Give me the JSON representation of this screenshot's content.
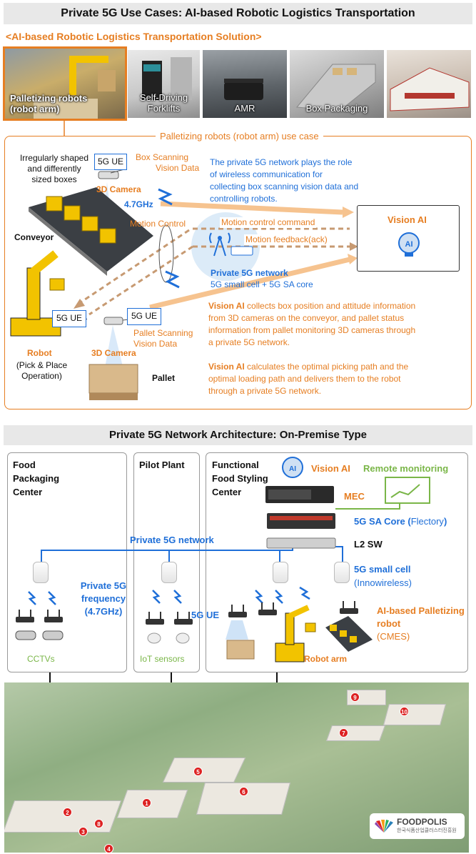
{
  "header": {
    "title": "Private 5G Use Cases: AI-based Robotic Logistics Transportation"
  },
  "solution": {
    "subtitle": "<AI-based Robotic Logistics Transportation Solution>"
  },
  "photos": [
    {
      "line1": "Palletizing robots",
      "line2": "(robot arm)"
    },
    {
      "line1": "Self-Driving",
      "line2": "Forklifts"
    },
    {
      "line1": "AMR",
      "line2": ""
    },
    {
      "line1": "Box Packaging",
      "line2": ""
    },
    {
      "line1": "",
      "line2": ""
    }
  ],
  "usecase": {
    "title": "Palletizing robots (robot arm) use case",
    "boxes_label": [
      "Irregularly shaped",
      "and differently",
      "sized boxes"
    ],
    "ue_label": "5G UE",
    "box_scanning": [
      "Box Scanning",
      "Vision Data"
    ],
    "camera_label": "3D Camera",
    "freq": "4.7GHz",
    "conveyor": "Conveyor",
    "motion_control": "Motion Control",
    "motion_command": "Motion control command",
    "motion_feedback": "Motion feedback(ack)",
    "network_name": "Private 5G network",
    "network_detail": "5G small cell + 5G SA core",
    "intro": [
      "The private 5G network plays the role",
      "of wireless communication for",
      "collecting box scanning vision data and",
      "controlling robots."
    ],
    "vision_ai": "Vision AI",
    "robot_title": "Robot",
    "robot_sub": [
      "(Pick & Place",
      "Operation)"
    ],
    "pallet_scanning": [
      "Pallet Scanning",
      "Vision Data"
    ],
    "pallet_label": "Pallet",
    "para1_lead": "Vision AI",
    "para1": [
      " collects box position and attitude information",
      "from 3D cameras on the conveyor, and pallet status",
      "information from pallet monitoring 3D cameras through",
      "a private 5G network."
    ],
    "para2_lead": "Vision AI",
    "para2": [
      " calculates the optimal picking path and the",
      "optimal loading path and delivers them to the robot",
      "through a private 5G network."
    ]
  },
  "architecture": {
    "title": "Private 5G Network Architecture: On-Premise Type",
    "food_packaging": [
      "Food",
      "Packaging",
      "Center"
    ],
    "pilot_plant": "Pilot Plant",
    "functional_food": [
      "Functional",
      "Food Styling",
      "Center"
    ],
    "vision_ai": "Vision AI",
    "remote_monitoring": "Remote monitoring",
    "mec": "MEC",
    "sa_core_lead": "5G SA Core (",
    "sa_core_vendor": "Flectory",
    "sa_core_tail": ")",
    "l2sw": "L2 SW",
    "private_network": "Private 5G network",
    "frequency": [
      "Private 5G",
      "frequency",
      "(4.7GHz)"
    ],
    "small_cell": "5G small cell",
    "small_cell_vendor": "(Innowireless)",
    "ue": "5G UE",
    "palletizing": [
      "AI-based Palletizing",
      "robot"
    ],
    "palletizing_vendor": "(CMES)",
    "cctvs": "CCTVs",
    "iot": "IoT sensors",
    "robot_arm": "Robot arm"
  },
  "map": {
    "badges": [
      "1",
      "2",
      "3",
      "4",
      "5",
      "6",
      "7",
      "8",
      "9",
      "10"
    ],
    "logo_name": "FOODPOLIS",
    "logo_sub": "한국식품산업클러스터진흥원"
  },
  "colors": {
    "accent": "#e67e22",
    "blue": "#1f6fd8",
    "green": "#7ab648"
  }
}
